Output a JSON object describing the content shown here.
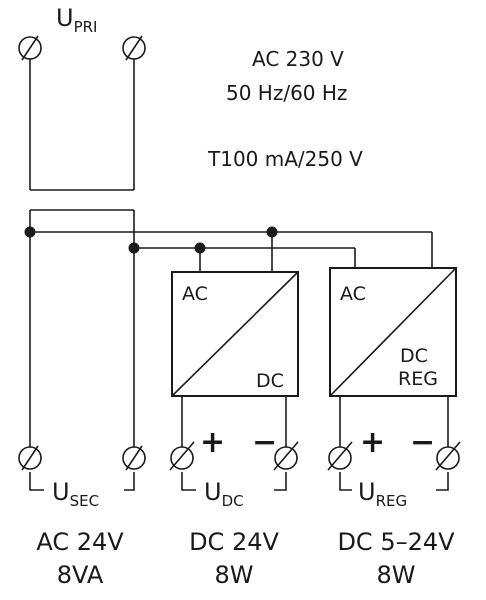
{
  "primary": {
    "label": "U",
    "sub": "PRI"
  },
  "mains": {
    "line1": "AC  230 V",
    "line2": "50 Hz/60 Hz",
    "fuse": "T100 mA/250 V"
  },
  "secondary": {
    "label": "U",
    "sub": "SEC",
    "line1": "AC  24V",
    "line2": "8VA"
  },
  "dc_module": {
    "in_label": "AC",
    "out_label": "DC",
    "plus": "+",
    "minus": "−",
    "label": "U",
    "sub": "DC",
    "line1": "DC  24V",
    "line2": "8W"
  },
  "reg_module": {
    "in_label": "AC",
    "out_label1": "DC",
    "out_label2": "REG",
    "plus": "+",
    "minus": "−",
    "label": "U",
    "sub": "REG",
    "line1": "DC  5–24V",
    "line2": "8W"
  }
}
